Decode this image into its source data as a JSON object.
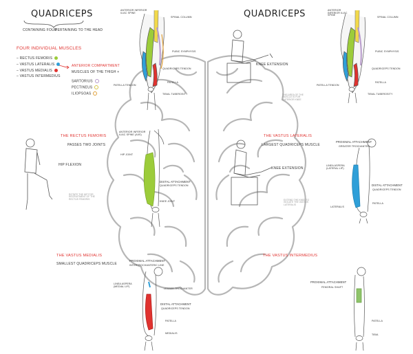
{
  "header": {
    "title_left": "QUADRICEPS",
    "title_right": "QUADRICEPS",
    "containing": "CONTAINING FOUR",
    "pertaining": "PERTAINING TO THE HEAD"
  },
  "muscle_list": {
    "heading": "FOUR INDIVIDUAL MUSCLES",
    "items": [
      "RECTUS FEMORIS",
      "VASTUS LATERALIS",
      "VASTUS MEDIALIS",
      "VASTUS INTERMEDIUS"
    ],
    "colors": [
      "#9ccc3a",
      "#2f9fd8",
      "#e0322f",
      "#cccccc"
    ],
    "compartment": {
      "heading": "ANTERIOR COMPARTMENT",
      "sub": "MUSCLES OF THE THIGH +",
      "items": [
        "SARTORIUS",
        "PECTINEUS",
        "ILIOPSOAS"
      ],
      "colors": [
        "#b79acb",
        "#d6c545",
        "#e0a03a"
      ]
    }
  },
  "top_diagram_labels": {
    "anterior_spine": "ANTERIOR INFERIOR ILIAC SPINE",
    "spinal_column": "SPINAL COLUMN",
    "pubic_symphysis": "PUBIC SYMPHYSIS",
    "quadriceps_tendon": "QUADRICEPS TENDON",
    "patella": "PATELLA",
    "patella_tendon": "PATELLA TENDON",
    "tibial_tuberosity": "TIBIAL TUBEROSITY"
  },
  "knee_extension_top": "KNEE EXTENSION",
  "note_top": "THIS AREA OF THE MUSCLE IS FOR ANTERIOR KNEE",
  "rectus_femoris": {
    "heading": "THE RECTUS FEMORIS",
    "sub": "PASSES TWO JOINTS",
    "action": "HIP FLEXION",
    "note": "ROTATE THE HIP FOR RECRUITMENT OF THE RECTUS FEMORIS",
    "labels": {
      "spine": "ANTERIOR INFERIOR ILIAC SPINE (AIIS)",
      "hip_joint": "HIP JOINT",
      "distal": "DISTAL ATTACHMENT",
      "distal_sub": "QUADRICEPS TENDON",
      "knee": "KNEE JOINT"
    }
  },
  "vastus_lateralis": {
    "heading": "THE VASTUS LATERALIS",
    "sub": "LARGEST QUADRICEPS MUSCLE",
    "action": "KNEE EXTENSION",
    "note": "EXTEND THE KNEE TO ISOLATE THE VASTUS LATERALIS",
    "labels": {
      "proximal": "PROXIMAL ATTACHMENT",
      "proximal_sub": "GREATER TROCHANTER",
      "linea": "LINEA ASPERA (LATERAL LIP)",
      "distal": "DISTAL ATTACHMENT",
      "distal_sub": "QUADRICEPS TENDON",
      "lateral": "LATERALIS",
      "patella": "PATELLA"
    }
  },
  "vastus_medialis": {
    "heading": "THE VASTUS MEDIALIS",
    "sub": "SMALLEST QUADRICEPS MUSCLE",
    "labels": {
      "proximal": "PROXIMAL ATTACHMENT",
      "proximal_sub": "INTERTROCHANTERIC LINE",
      "linea": "LINEA ASPERA (MEDIAL LIP)",
      "lesser": "LESSER TROCHANTER",
      "distal": "DISTAL ATTACHMENT",
      "distal_sub": "QUADRICEPS TENDON",
      "patella": "PATELLA",
      "medialis": "MEDIALIS"
    }
  },
  "vastus_intermedius": {
    "heading": "THE VASTUS INTERMEDIUS",
    "labels": {
      "proximal": "PROXIMAL ATTACHMENT",
      "proximal_sub": "FEMORAL SHAFT",
      "patella": "PATELLA",
      "tibia": "TIBIA"
    }
  },
  "colors": {
    "accent": "#e0322f",
    "green": "#9ccc3a",
    "blue": "#2f9fd8",
    "red": "#e0322f",
    "light_green": "#8fc46a",
    "yellow": "#f2d94a",
    "purple": "#b79acb",
    "brain_stroke": "#b4b4b4"
  }
}
